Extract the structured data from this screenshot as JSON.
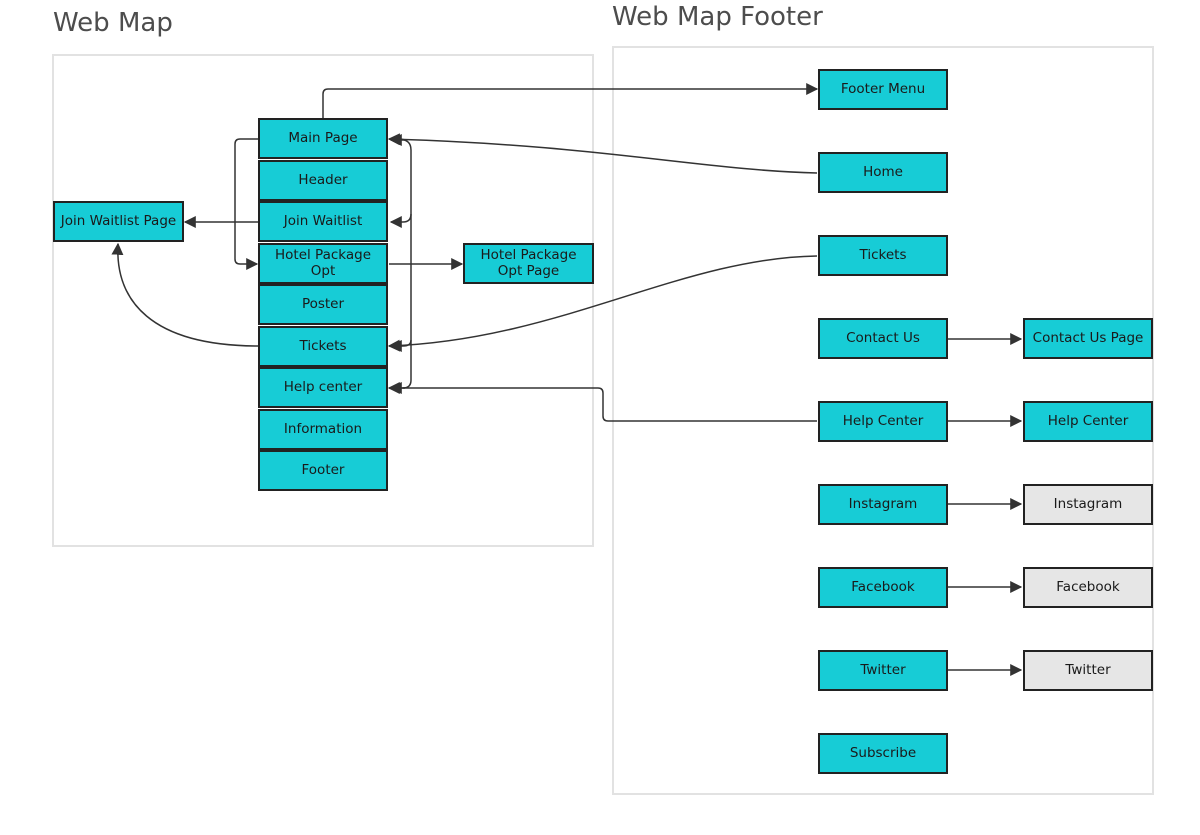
{
  "titles": {
    "web_map": "Web Map",
    "web_map_footer": "Web Map Footer"
  },
  "colors": {
    "node_fill": "#17ccd6",
    "node_fill_external": "#e6e6e6",
    "node_border": "#222222",
    "edge": "#333333",
    "frame_border": "#e2e2e2"
  },
  "web_map": {
    "stack": {
      "main_page": "Main Page",
      "header": "Header",
      "join_waitlist": "Join Waitlist",
      "hotel_package_opt": "Hotel Package Opt",
      "poster": "Poster",
      "tickets": "Tickets",
      "help_center": "Help center",
      "information": "Information",
      "footer": "Footer"
    },
    "join_waitlist_page": "Join Waitlist Page",
    "hotel_package_opt_page": "Hotel Package Opt Page"
  },
  "footer_map": {
    "footer_menu": "Footer Menu",
    "home": "Home",
    "tickets": "Tickets",
    "contact_us": "Contact Us",
    "contact_us_page": "Contact Us Page",
    "help_center": "Help Center",
    "help_center_page": "Help Center",
    "instagram": "Instagram",
    "instagram_ext": "Instagram",
    "facebook": "Facebook",
    "facebook_ext": "Facebook",
    "twitter": "Twitter",
    "twitter_ext": "Twitter",
    "subscribe": "Subscribe"
  }
}
